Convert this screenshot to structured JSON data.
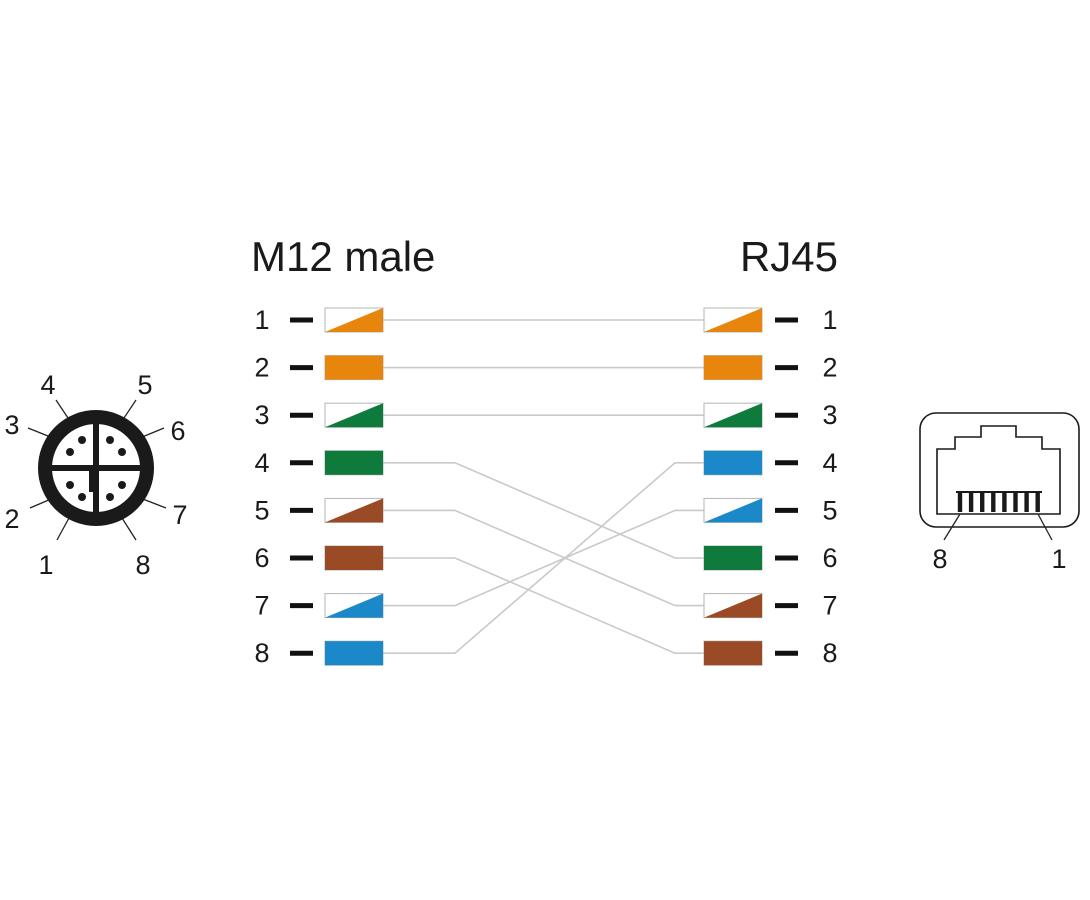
{
  "titles": {
    "left": "M12 male",
    "right": "RJ45"
  },
  "colors": {
    "orange": "#E8850C",
    "green": "#0E7A3C",
    "blue": "#1A88C9",
    "brown": "#9A4B25",
    "wire": "#C9C9C9"
  },
  "left_pins": [
    {
      "pin": "1",
      "color": "orange",
      "style": "striped"
    },
    {
      "pin": "2",
      "color": "orange",
      "style": "solid"
    },
    {
      "pin": "3",
      "color": "green",
      "style": "striped"
    },
    {
      "pin": "4",
      "color": "green",
      "style": "solid"
    },
    {
      "pin": "5",
      "color": "brown",
      "style": "striped"
    },
    {
      "pin": "6",
      "color": "brown",
      "style": "solid"
    },
    {
      "pin": "7",
      "color": "blue",
      "style": "striped"
    },
    {
      "pin": "8",
      "color": "blue",
      "style": "solid"
    }
  ],
  "right_pins": [
    {
      "pin": "1",
      "color": "orange",
      "style": "striped"
    },
    {
      "pin": "2",
      "color": "orange",
      "style": "solid"
    },
    {
      "pin": "3",
      "color": "green",
      "style": "striped"
    },
    {
      "pin": "4",
      "color": "blue",
      "style": "solid"
    },
    {
      "pin": "5",
      "color": "blue",
      "style": "striped"
    },
    {
      "pin": "6",
      "color": "green",
      "style": "solid"
    },
    {
      "pin": "7",
      "color": "brown",
      "style": "striped"
    },
    {
      "pin": "8",
      "color": "brown",
      "style": "solid"
    }
  ],
  "connections": [
    {
      "from": "1",
      "to": "1"
    },
    {
      "from": "2",
      "to": "2"
    },
    {
      "from": "3",
      "to": "3"
    },
    {
      "from": "4",
      "to": "6"
    },
    {
      "from": "5",
      "to": "7"
    },
    {
      "from": "6",
      "to": "8"
    },
    {
      "from": "7",
      "to": "5"
    },
    {
      "from": "8",
      "to": "4"
    }
  ],
  "m12_connector": {
    "pin_labels": [
      "1",
      "2",
      "3",
      "4",
      "5",
      "6",
      "7",
      "8"
    ]
  },
  "rj45_connector": {
    "pin_labels": [
      "8",
      "1"
    ]
  }
}
